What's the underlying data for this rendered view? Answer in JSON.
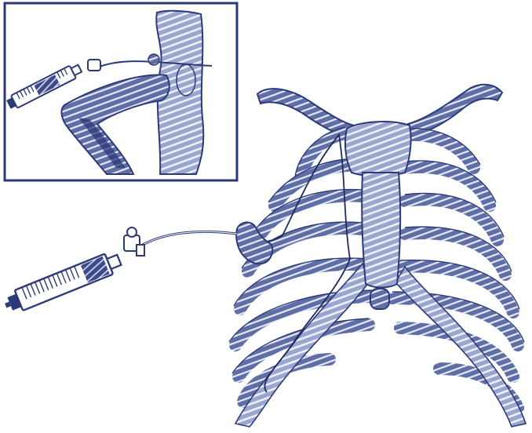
{
  "figure": {
    "inset": {
      "parts": [
        "syringe",
        "tubing",
        "catheter",
        "bone-segment",
        "vertical-structure"
      ]
    },
    "main": {
      "parts": [
        "syringe",
        "tubing",
        "catheter-hub",
        "rib-cage",
        "sternum",
        "catheter-line"
      ]
    }
  },
  "colors": {
    "ink": "#2e3a78",
    "fill": "#5f6ea6",
    "light_fill": "#9aa6cf",
    "stripe": "#e6e9f6",
    "background": "#ffffff"
  }
}
